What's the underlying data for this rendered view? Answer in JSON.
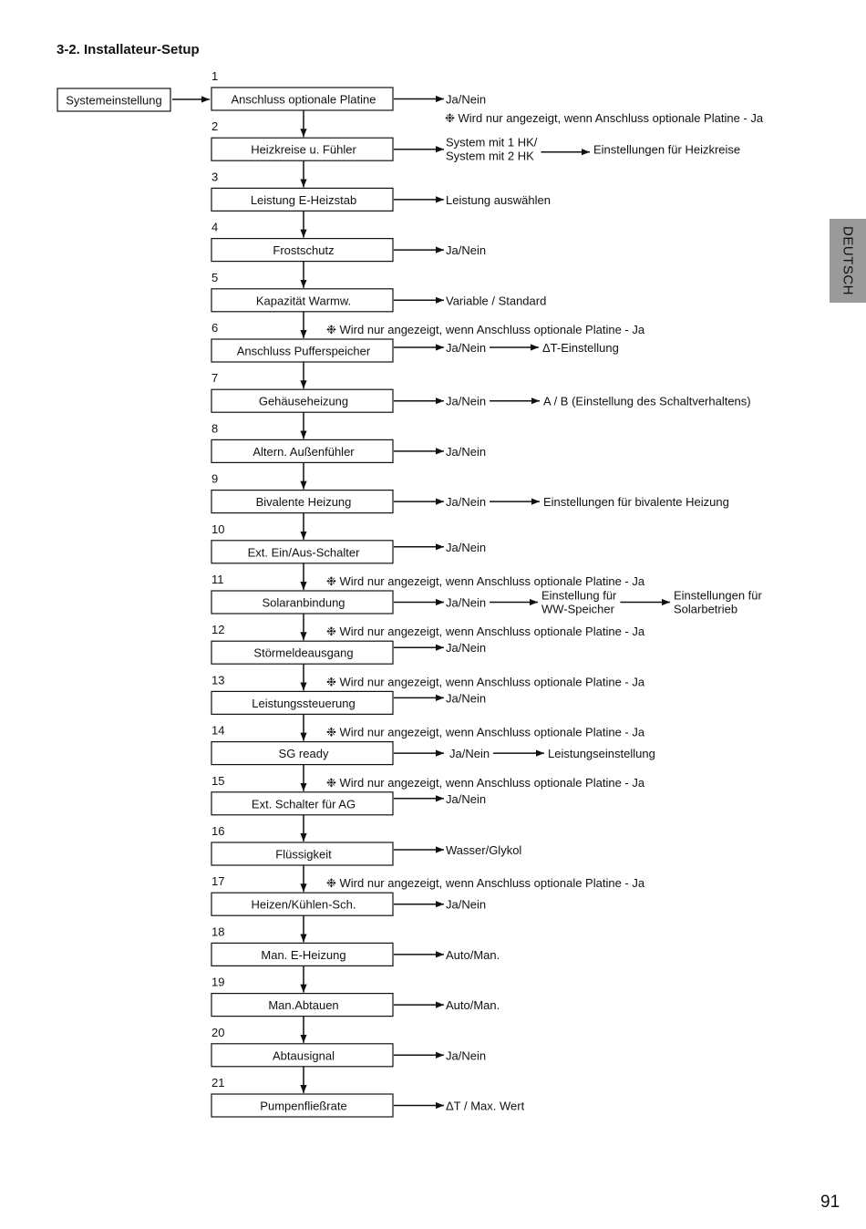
{
  "section_title": "3-2. Installateur-Setup",
  "side_tab": "DEUTSCH",
  "page_number": "91",
  "root": "Systemeinstellung",
  "note_symbol": "❉",
  "steps": [
    {
      "num": "1",
      "label": "Anschluss optionale Platine",
      "note": "",
      "after": [
        {
          "text": "Ja/Nein"
        }
      ]
    },
    {
      "num": "2",
      "label": "Heizkreise u. Fühler",
      "note": "Wird nur angezeigt, wenn Anschluss optionale Platine - Ja",
      "after": [
        {
          "text": "System mit 1 HK/",
          "text2": "System mit 2 HK"
        },
        {
          "text": "Einstellungen für Heizkreise"
        }
      ]
    },
    {
      "num": "3",
      "label": "Leistung E-Heizstab",
      "note": "",
      "after": [
        {
          "text": "Leistung auswählen"
        }
      ]
    },
    {
      "num": "4",
      "label": "Frostschutz",
      "note": "",
      "after": [
        {
          "text": "Ja/Nein"
        }
      ]
    },
    {
      "num": "5",
      "label": "Kapazität Warmw.",
      "note": "",
      "after": [
        {
          "text": "Variable / Standard"
        }
      ]
    },
    {
      "num": "6",
      "label": "Anschluss Pufferspeicher",
      "note": "Wird nur angezeigt, wenn Anschluss optionale Platine - Ja",
      "after": [
        {
          "text": "Ja/Nein"
        },
        {
          "text": "ΔT-Einstellung"
        }
      ]
    },
    {
      "num": "7",
      "label": "Gehäuseheizung",
      "note": "",
      "after": [
        {
          "text": "Ja/Nein"
        },
        {
          "text": "A / B (Einstellung des Schaltverhaltens)"
        }
      ]
    },
    {
      "num": "8",
      "label": "Altern. Außenfühler",
      "note": "",
      "after": [
        {
          "text": "Ja/Nein"
        }
      ]
    },
    {
      "num": "9",
      "label": "Bivalente Heizung",
      "note": "",
      "after": [
        {
          "text": "Ja/Nein"
        },
        {
          "text": "Einstellungen für bivalente Heizung"
        }
      ]
    },
    {
      "num": "10",
      "label": "Ext. Ein/Aus-Schalter",
      "note": "",
      "after": [
        {
          "text": "Ja/Nein"
        }
      ]
    },
    {
      "num": "11",
      "label": "Solaranbindung",
      "note": "Wird nur angezeigt, wenn Anschluss optionale Platine - Ja",
      "after": [
        {
          "text": "Ja/Nein"
        },
        {
          "text": "Einstellung für",
          "text2": "WW-Speicher"
        },
        {
          "text": "Einstellungen für",
          "text2": "Solarbetrieb"
        }
      ]
    },
    {
      "num": "12",
      "label": "Störmeldeausgang",
      "note": "Wird nur angezeigt, wenn Anschluss optionale Platine - Ja",
      "after": [
        {
          "text": "Ja/Nein"
        }
      ]
    },
    {
      "num": "13",
      "label": "Leistungssteuerung",
      "note": "Wird nur angezeigt, wenn Anschluss optionale Platine - Ja",
      "after": [
        {
          "text": "Ja/Nein"
        }
      ]
    },
    {
      "num": "14",
      "label": "SG ready",
      "note": "Wird nur angezeigt, wenn Anschluss optionale Platine - Ja",
      "after": [
        {
          "text": "Ja/Nein"
        },
        {
          "text": "Leistungseinstellung"
        }
      ]
    },
    {
      "num": "15",
      "label": "Ext. Schalter für AG",
      "note": "Wird nur angezeigt, wenn Anschluss optionale Platine - Ja",
      "after": [
        {
          "text": "Ja/Nein"
        }
      ]
    },
    {
      "num": "16",
      "label": "Flüssigkeit",
      "note": "",
      "after": [
        {
          "text": "Wasser/Glykol"
        }
      ]
    },
    {
      "num": "17",
      "label": "Heizen/Kühlen-Sch.",
      "note": "Wird nur angezeigt, wenn Anschluss optionale Platine - Ja",
      "after": [
        {
          "text": "Ja/Nein"
        }
      ]
    },
    {
      "num": "18",
      "label": "Man. E-Heizung",
      "note": "",
      "after": [
        {
          "text": "Auto/Man."
        }
      ]
    },
    {
      "num": "19",
      "label": "Man.Abtauen",
      "note": "",
      "after": [
        {
          "text": "Auto/Man."
        }
      ]
    },
    {
      "num": "20",
      "label": "Abtausignal",
      "note": "",
      "after": [
        {
          "text": "Ja/Nein"
        }
      ]
    },
    {
      "num": "21",
      "label": "Pumpenfließrate",
      "note": "",
      "after": [
        {
          "text": "ΔT / Max. Wert"
        }
      ]
    }
  ]
}
